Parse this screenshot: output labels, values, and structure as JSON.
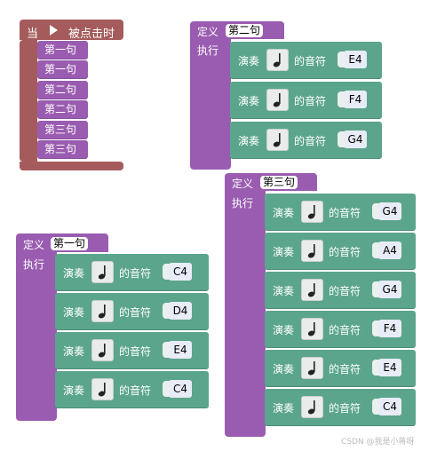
{
  "event_block": {
    "prefix": "当",
    "suffix": "被点击时",
    "icon": "flag-icon",
    "calls": [
      "第一句",
      "第一句",
      "第二句",
      "第二句",
      "第三句",
      "第三句"
    ]
  },
  "procedures": [
    {
      "define_label": "定义",
      "name": "第二句",
      "exec_label": "执行",
      "notes": [
        "E4",
        "F4",
        "G4"
      ]
    },
    {
      "define_label": "定义",
      "name": "第三句",
      "exec_label": "执行",
      "notes": [
        "G4",
        "A4",
        "G4",
        "F4",
        "E4",
        "C4"
      ]
    },
    {
      "define_label": "定义",
      "name": "第一句",
      "exec_label": "执行",
      "notes": [
        "C4",
        "D4",
        "E4",
        "C4"
      ]
    }
  ],
  "play_block": {
    "play_label": "演奏",
    "pitch_label": "的音符"
  },
  "watermark": "CSDN @我是小蒋呀"
}
